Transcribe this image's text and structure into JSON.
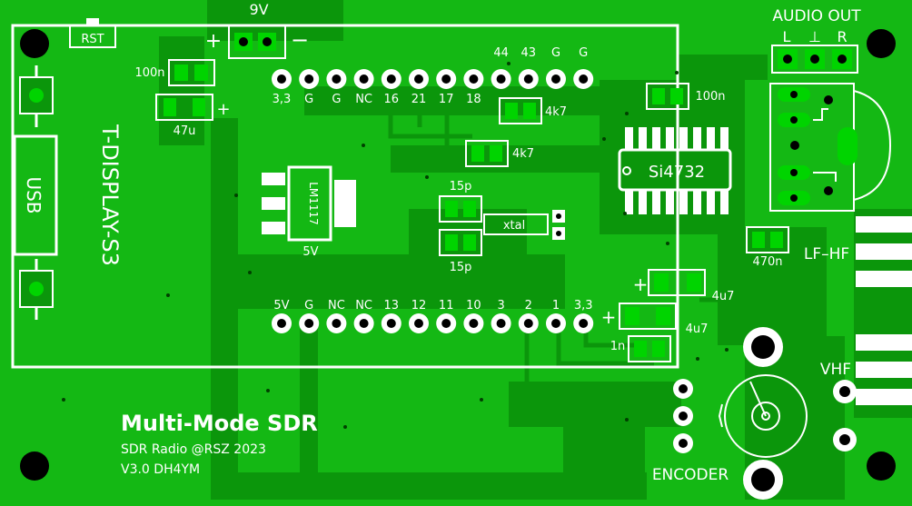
{
  "board": {
    "title": "Multi-Mode SDR",
    "subtitle": "SDR Radio @RSZ 2023",
    "version": "V3.0 DH4YM",
    "colors": {
      "pcb": "#14b814",
      "copper": "#00d400",
      "trace": "#0b8f0b",
      "silk": "#ffffff",
      "hole": "#000000"
    }
  },
  "labels": {
    "rst": "RST",
    "power_9v": "9V",
    "plus": "+",
    "minus": "−",
    "usb": "USB",
    "module": "T-DISPLAY-S3",
    "audio_out": "AUDIO OUT",
    "audio_l": "L",
    "audio_gnd": "⊥",
    "audio_r": "R",
    "lf_hf": "LF–HF",
    "vhf": "VHF",
    "encoder": "ENCODER",
    "lm1117": "LM1117",
    "v5": "5V",
    "xtal": "xtal",
    "si4732": "Si4732"
  },
  "components": {
    "c100n_left": "100n",
    "c47u": "47u",
    "r4k7_top": "4k7",
    "r4k7_mid": "4k7",
    "c100n_right": "100n",
    "c15p_top": "15p",
    "c15p_bottom": "15p",
    "c470n": "470n",
    "c4u7_top": "4u7",
    "c4u7_bottom": "4u7",
    "c1n": "1n"
  },
  "header_top": {
    "upper_pins": [
      "44",
      "43",
      "G",
      "G"
    ],
    "pins": [
      "3,3",
      "G",
      "G",
      "NC",
      "16",
      "21",
      "17",
      "18"
    ]
  },
  "header_bottom": {
    "pins": [
      "5V",
      "G",
      "NC",
      "NC",
      "13",
      "12",
      "11",
      "10",
      "3",
      "2",
      "1",
      "3,3"
    ]
  }
}
